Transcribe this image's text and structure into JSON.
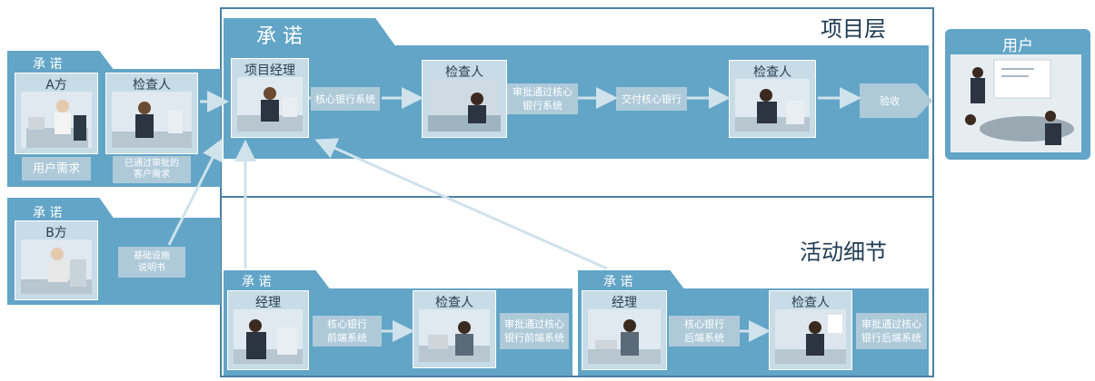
{
  "labels": {
    "project_layer": "项目层",
    "activity_detail": "活动细节",
    "promise": "承 诺",
    "party_a": "A方",
    "party_b": "B方",
    "checker": "检查人",
    "project_manager": "项目经理",
    "manager": "经理",
    "user": "用户",
    "user_needs": "用户需求",
    "approved_needs": "已通过审批的\n客户需求",
    "infra_spec": "基础设施\n说明书",
    "core_bank": "核心银行系统",
    "approved_core": "审批通过核心\n银行系统",
    "deliver_core": "交付核心银行",
    "accept": "验收",
    "core_front": "核心银行\n前端系统",
    "approved_front": "审批通过核心\n银行前端系统",
    "core_back": "核心银行\n后端系统",
    "approved_back": "审批通过核心\n银行后端系统"
  },
  "colors": {
    "folder": "#62a5c7",
    "card": "#c7dce7",
    "step": "#aecad9",
    "frame": "#4a7fa4",
    "title": "#1d3b52"
  },
  "icons": {
    "person": "person-at-desk-icon",
    "meeting": "meeting-presentation-icon"
  }
}
